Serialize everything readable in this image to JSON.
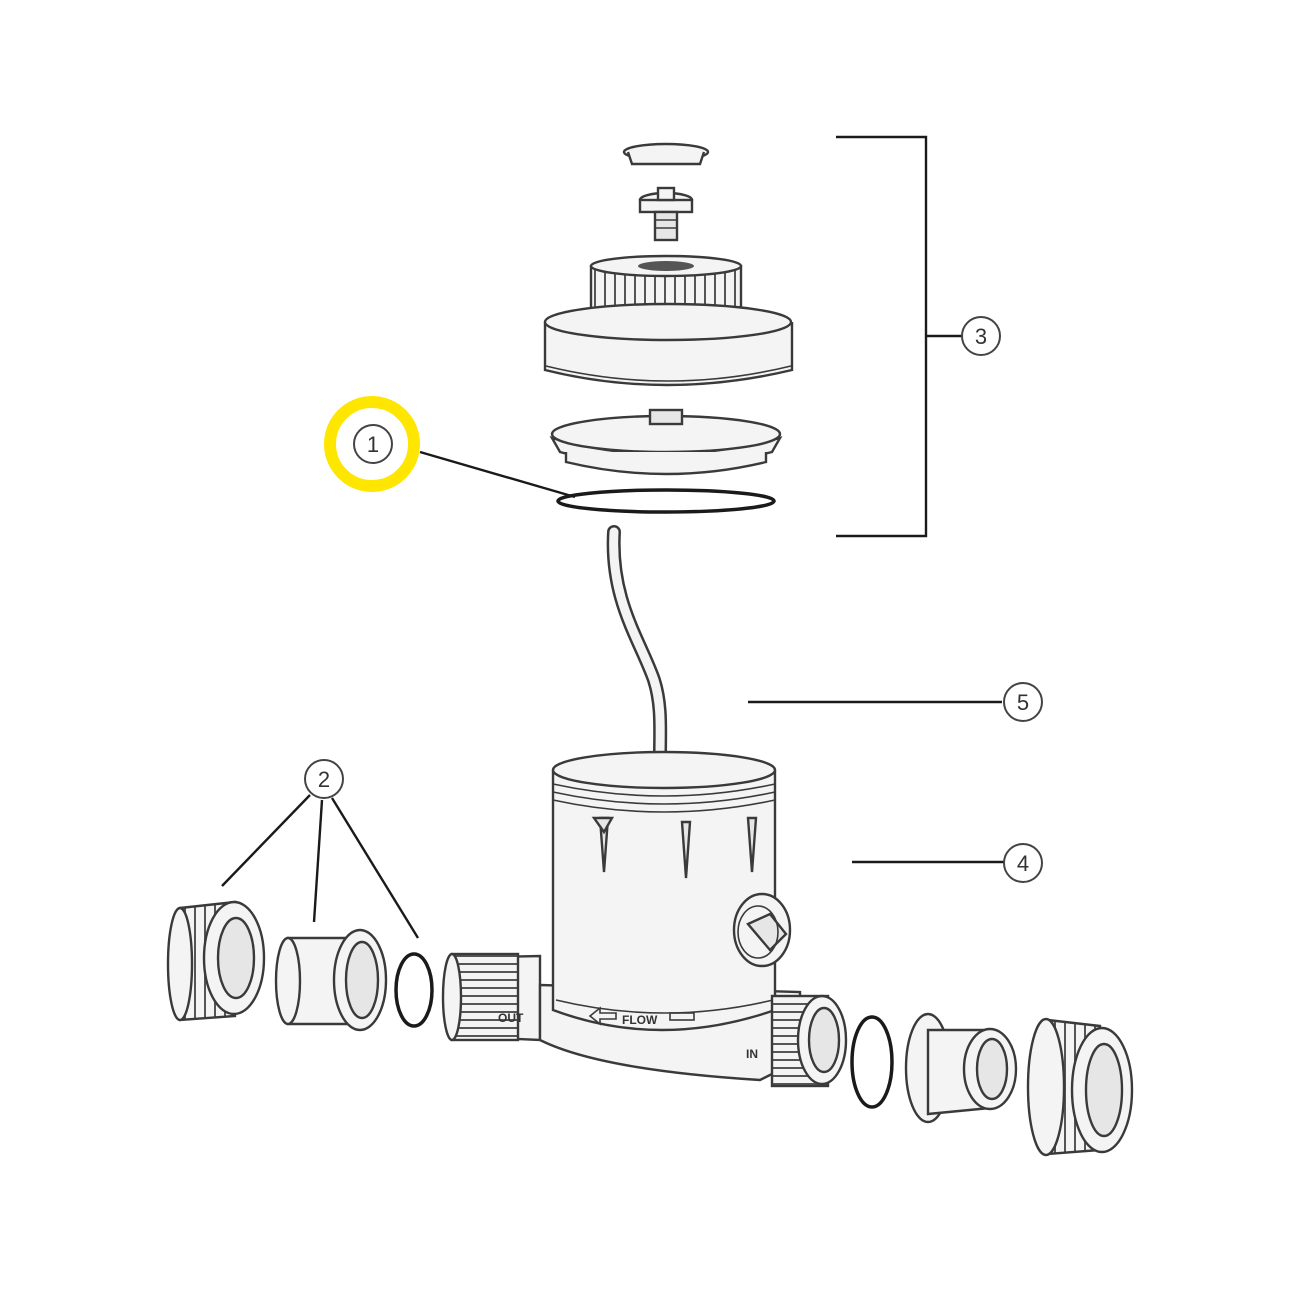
{
  "callouts": [
    {
      "id": "callout-1",
      "label": "1"
    },
    {
      "id": "callout-2",
      "label": "2"
    },
    {
      "id": "callout-3",
      "label": "3"
    },
    {
      "id": "callout-4",
      "label": "4"
    },
    {
      "id": "callout-5",
      "label": "5"
    }
  ],
  "body_labels": {
    "out": "OUT",
    "in": "IN",
    "flow": "FLOW"
  },
  "colors": {
    "highlight": "#FFE600",
    "line": "#1a1a1a",
    "part_fill": "#f4f4f4"
  }
}
